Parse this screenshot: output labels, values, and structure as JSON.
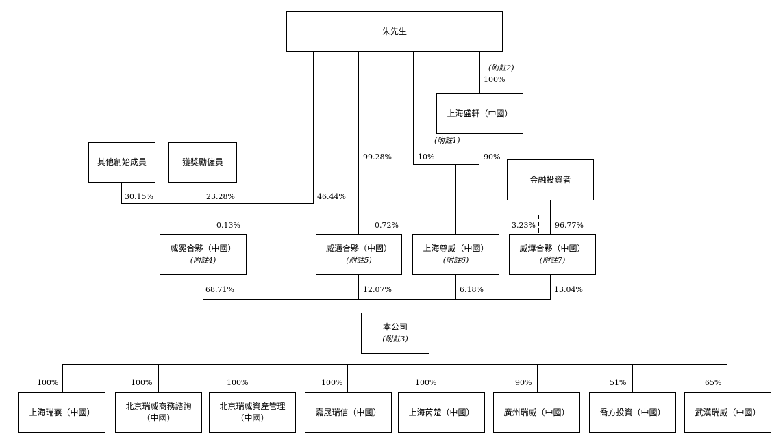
{
  "entities": {
    "zhu": {
      "name": "朱先生"
    },
    "sh_shengxuan": {
      "name": "上海盛軒（中國）"
    },
    "other_founders": {
      "name": "其他創始成員"
    },
    "awardees": {
      "name": "獲獎勵僱員"
    },
    "fin_investors": {
      "name": "金融投資者"
    },
    "weimi": {
      "name": "威冕合夥（中國）",
      "note": "(附註4)"
    },
    "weimai": {
      "name": "威邁合夥（中國）",
      "note": "(附註5)"
    },
    "sh_zunwei": {
      "name": "上海尊威（中國）",
      "note": "(附註6)"
    },
    "weihua": {
      "name": "威燁合夥（中國）",
      "note": "(附註7)"
    },
    "company": {
      "name": "本公司",
      "note": "(附註3)"
    },
    "sub1": {
      "name": "上海瑞襄（中國）"
    },
    "sub2": {
      "name": "北京瑞威商務諮詢",
      "name2": "（中國）"
    },
    "sub3": {
      "name": "北京瑞威資產管理",
      "name2": "（中國）"
    },
    "sub4": {
      "name": "嘉晟瑞信（中國）"
    },
    "sub5": {
      "name": "上海芮楚（中國）"
    },
    "sub6": {
      "name": "廣州瑞威（中國）"
    },
    "sub7": {
      "name": "喬方投資（中國）"
    },
    "sub8": {
      "name": "武漢瑞威（中國）"
    }
  },
  "edges": {
    "zhu_shengxuan": {
      "pct": "100%",
      "note": "(附註2)"
    },
    "shengxuan_note": {
      "note": "(附註1)"
    },
    "zhu_zunwei": {
      "pct": "10%"
    },
    "shengxuan_zunwei": {
      "pct": "90%"
    },
    "zhu_weimai": {
      "pct": "99.28%"
    },
    "zhu_weimi": {
      "pct": "46.44%"
    },
    "founders_weimi": {
      "pct": "30.15%"
    },
    "awardees_weimi": {
      "pct": "23.28%"
    },
    "gp_weimi": {
      "pct": "0.13%"
    },
    "gp_weimai": {
      "pct": "0.72%"
    },
    "gp_weihua": {
      "pct": "3.23%"
    },
    "fin_weihua": {
      "pct": "96.77%"
    },
    "weimi_company": {
      "pct": "68.71%"
    },
    "weimai_company": {
      "pct": "12.07%"
    },
    "zunwei_company": {
      "pct": "6.18%"
    },
    "weihua_company": {
      "pct": "13.04%"
    },
    "company_sub1": {
      "pct": "100%"
    },
    "company_sub2": {
      "pct": "100%"
    },
    "company_sub3": {
      "pct": "100%"
    },
    "company_sub4": {
      "pct": "100%"
    },
    "company_sub5": {
      "pct": "100%"
    },
    "company_sub6": {
      "pct": "90%"
    },
    "company_sub7": {
      "pct": "51%"
    },
    "company_sub8": {
      "pct": "65%"
    }
  }
}
